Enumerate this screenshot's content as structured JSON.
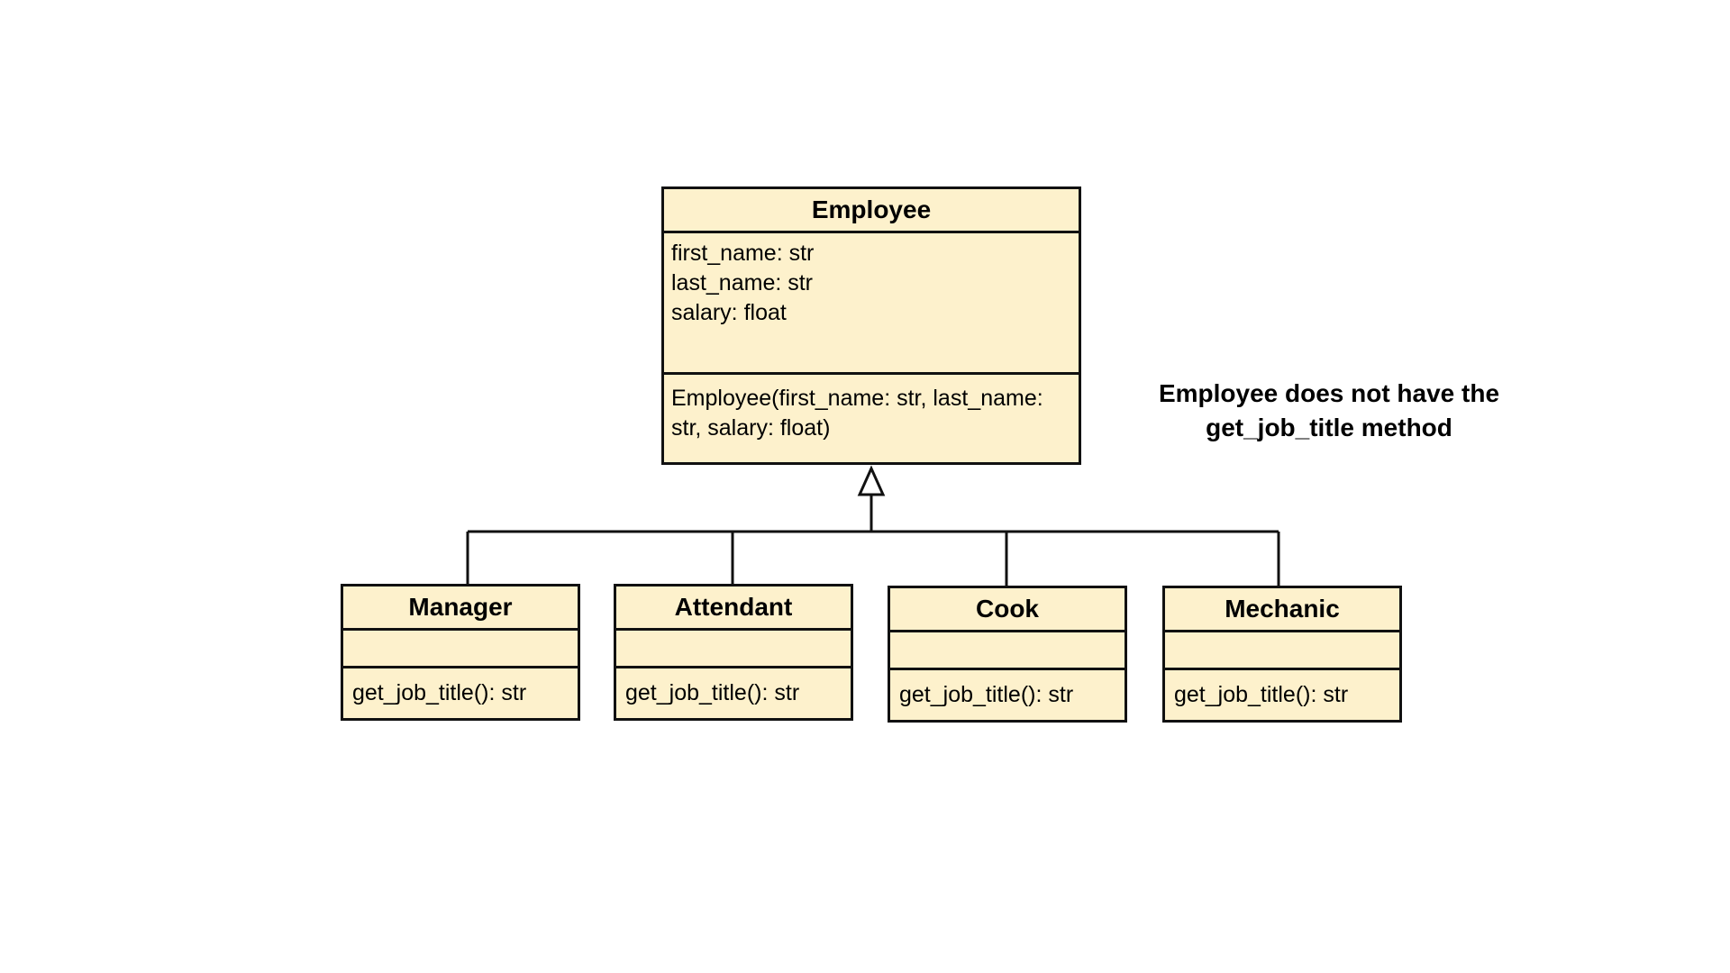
{
  "diagram": {
    "parent_class": {
      "name": "Employee",
      "attributes": [
        "first_name: str",
        "last_name: str",
        "salary: float"
      ],
      "methods": [
        "Employee(first_name: str, last_name:",
        "str, salary: float)"
      ]
    },
    "subclasses": [
      {
        "name": "Manager",
        "methods": [
          "get_job_title(): str"
        ]
      },
      {
        "name": "Attendant",
        "methods": [
          "get_job_title(): str"
        ]
      },
      {
        "name": "Cook",
        "methods": [
          "get_job_title(): str"
        ]
      },
      {
        "name": "Mechanic",
        "methods": [
          "get_job_title(): str"
        ]
      }
    ],
    "note": {
      "line1": "Employee does not have the",
      "line2": "get_job_title method"
    },
    "relationship": "inheritance",
    "colors": {
      "class_fill": "#fdf1cc",
      "stroke": "#111111",
      "background": "#ffffff"
    }
  }
}
